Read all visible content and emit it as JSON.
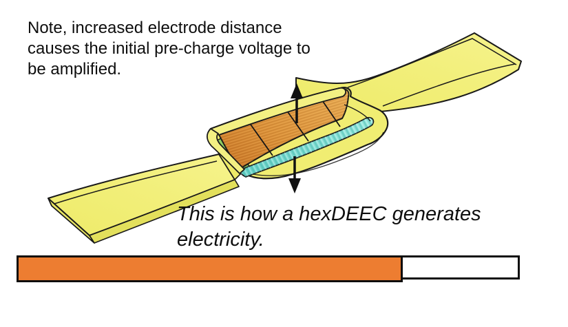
{
  "note": {
    "text": "Note, increased electrode distance\ncauses the initial pre-charge voltage to\nbe amplified."
  },
  "caption": {
    "text": "This is how a hexDEEC generates\nelectricity."
  },
  "progress": {
    "percent": 76.5,
    "fill_color": "#ED7D31",
    "track_color": "#FFFFFF",
    "border_color": "#0D0D0D"
  },
  "device": {
    "layers": {
      "strap_yellow": "#F1EE79",
      "strap_edge_yellow": "#E3E05C",
      "strap_end_yellow": "#EAE662",
      "shell_yellow": "#F0ED72",
      "rim_yellow": "#F3F083",
      "top_electrode_orange": "#DD923A",
      "bottom_electrode_teal": "#7FDCD4",
      "elastomer_green": "#8FCE62",
      "outline": "#1A1A1A",
      "arrow_black": "#111111"
    }
  }
}
